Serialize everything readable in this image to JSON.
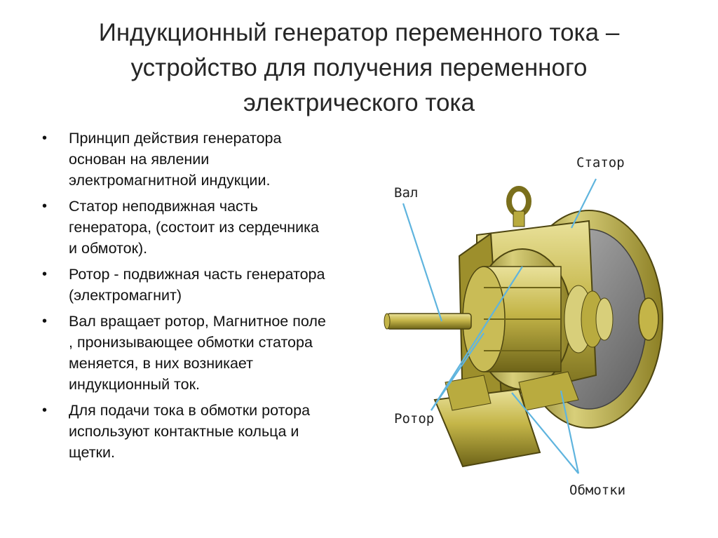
{
  "title_lines": [
    "Индукционный генератор переменного тока –",
    "устройство для получения переменного",
    "электрического тока"
  ],
  "bullets": [
    {
      "lines": [
        "Принцип действия генератора",
        "основан на явлении",
        "электромагнитной индукции."
      ]
    },
    {
      "lines": [
        "Статор неподвижная часть",
        "генератора, (состоит из сердечника",
        "и обмоток)."
      ]
    },
    {
      "lines": [
        "Ротор - подвижная часть генератора",
        "(электромагнит)"
      ]
    },
    {
      "lines": [
        "Вал вращает ротор, Магнитное поле",
        ", пронизывающее обмотки статора",
        "меняется, в них возникает",
        "индукционный ток."
      ]
    },
    {
      "lines": [
        "Для подачи тока в обмотки ротора",
        "используют контактные кольца и",
        "щетки."
      ]
    }
  ],
  "diagram": {
    "labels": {
      "stator": "Статор",
      "shaft": "Вал",
      "rotor": "Ротор",
      "windings": "Обмотки"
    },
    "colors": {
      "metal_light": "#d8cf7a",
      "metal_mid": "#b9ab3f",
      "metal_dark": "#6e6418",
      "inner_gray": "#8d8d8d",
      "pointer": "#5fb4de"
    }
  }
}
